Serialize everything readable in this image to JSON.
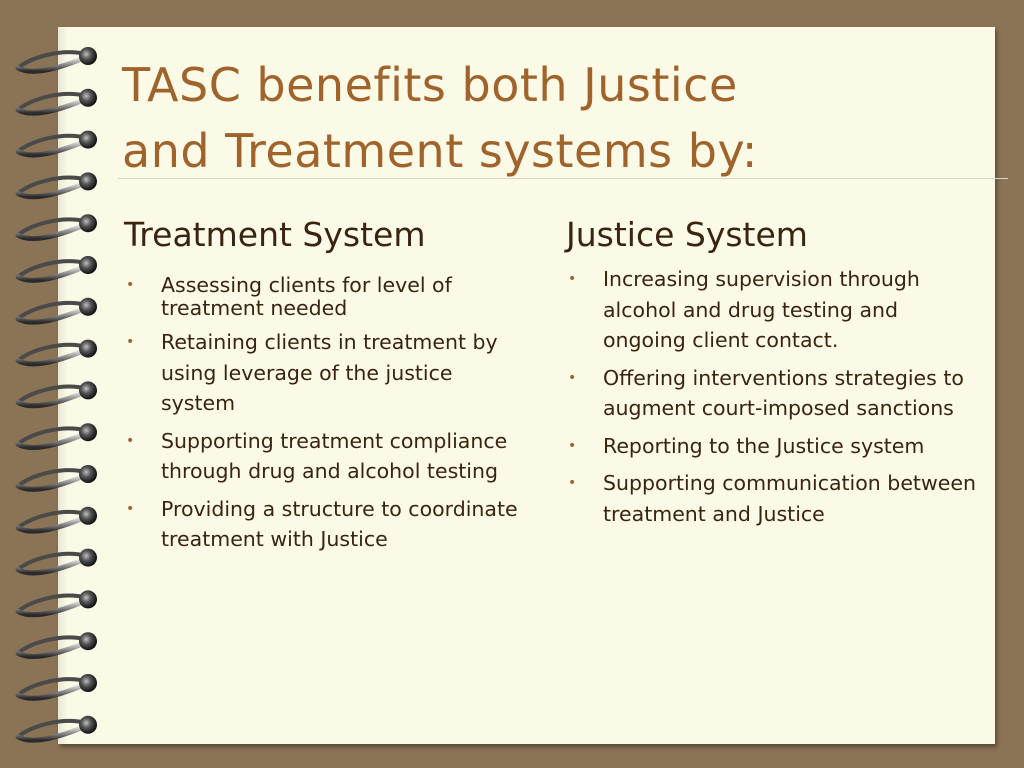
{
  "slide": {
    "title_line1": "TASC benefits both Justice",
    "title_line2": "and Treatment systems by:"
  },
  "treatment": {
    "heading": "Treatment System",
    "items": [
      "Assessing clients for level of treatment needed",
      "Retaining clients in treatment by using leverage of the justice system",
      "Supporting treatment compliance through drug and alcohol testing",
      "Providing a structure to coordinate treatment with Justice"
    ]
  },
  "justice": {
    "heading": "Justice System",
    "items": [
      "Increasing supervision through alcohol and drug testing and ongoing client contact.",
      "Offering interventions strategies to augment court-imposed sanctions",
      "Reporting to the Justice system",
      "Supporting communication between treatment and Justice"
    ]
  },
  "colors": {
    "background": "#8b7355",
    "paper": "#fbfae6",
    "title": "#a0632b",
    "text": "#3a2410",
    "bullet": "#a0632b"
  },
  "bullet_glyph": "•"
}
